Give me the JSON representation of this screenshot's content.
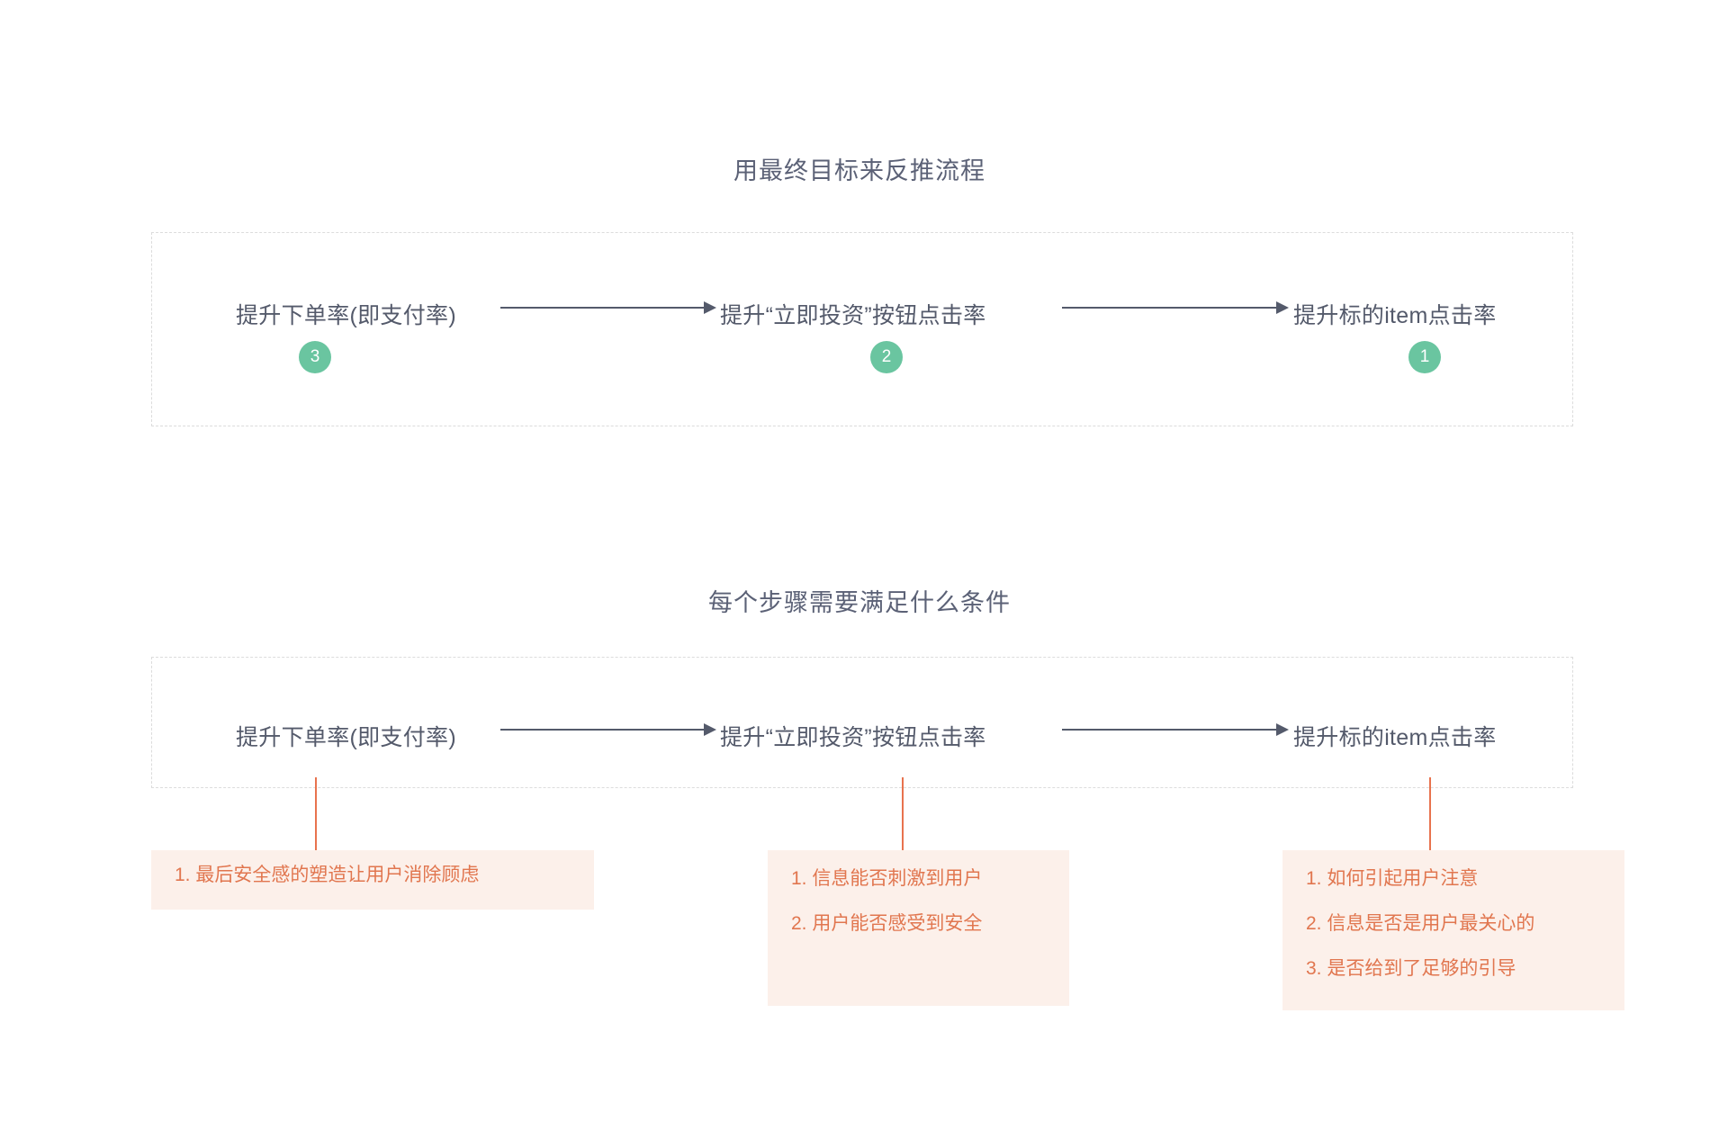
{
  "page": {
    "background": "#ffffff",
    "accent_green": "#6ac5a0",
    "accent_orange": "#e8734e",
    "note_bg": "#fcf0ea",
    "text_color": "#545a6b",
    "dashed_border_color": "#dcdcdc"
  },
  "sections": [
    {
      "title": "用最终目标来反推流程",
      "steps": [
        {
          "label": "提升下单率(即支付率)",
          "badge": "3"
        },
        {
          "label": "提升“立即投资”按钮点击率",
          "badge": "2"
        },
        {
          "label": "提升标的item点击率",
          "badge": "1"
        }
      ]
    },
    {
      "title": "每个步骤需要满足什么条件",
      "steps": [
        {
          "label": "提升下单率(即支付率)"
        },
        {
          "label": "提升“立即投资”按钮点击率"
        },
        {
          "label": "提升标的item点击率"
        }
      ],
      "notes": [
        {
          "lines": [
            "1. 最后安全感的塑造让用户消除顾虑"
          ]
        },
        {
          "lines": [
            "1. 信息能否刺激到用户",
            "2. 用户能否感受到安全"
          ]
        },
        {
          "lines": [
            "1. 如何引起用户注意",
            "2. 信息是否是用户最关心的",
            "3. 是否给到了足够的引导"
          ]
        }
      ]
    }
  ]
}
